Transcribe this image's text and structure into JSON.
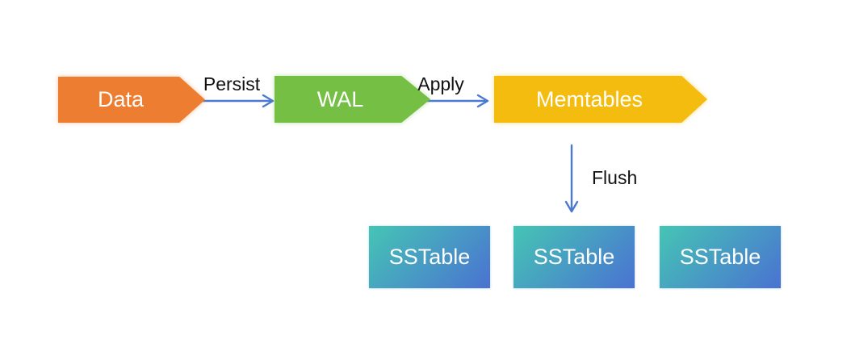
{
  "diagram": {
    "nodes": {
      "data": {
        "label": "Data"
      },
      "wal": {
        "label": "WAL"
      },
      "memtables": {
        "label": "Memtables"
      }
    },
    "sstables": [
      {
        "label": "SSTable"
      },
      {
        "label": "SSTable"
      },
      {
        "label": "SSTable"
      }
    ],
    "edges": {
      "persist": {
        "label": "Persist"
      },
      "apply": {
        "label": "Apply"
      },
      "flush": {
        "label": "Flush"
      }
    },
    "colors": {
      "data_node": "#ED7D31",
      "wal_node": "#75BF44",
      "memtables_node": "#F3BC0E",
      "arrow": "#4B79D2",
      "label_text": "#111111",
      "node_text": "#FFFFFF",
      "sstable_gradient_start": "#45C5B4",
      "sstable_gradient_end": "#4A72D2"
    }
  }
}
